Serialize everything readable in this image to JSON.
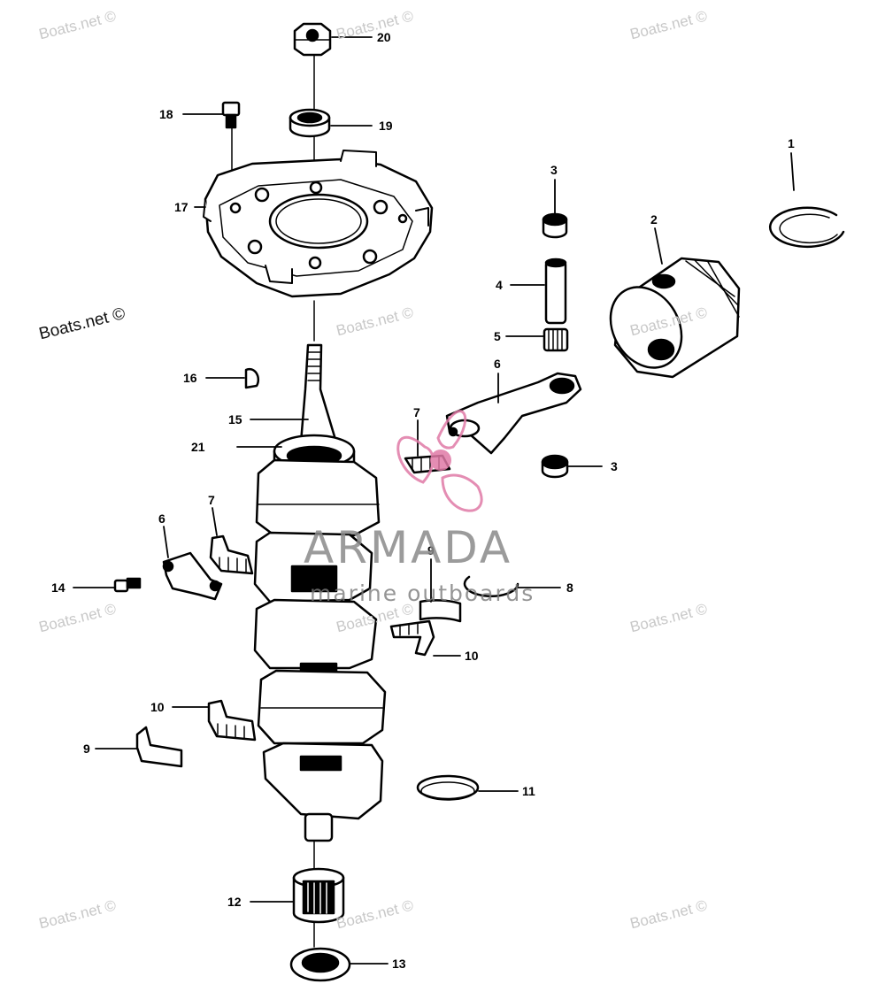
{
  "watermark": {
    "text": "Boats.net ©",
    "brand_name": "ARMADA",
    "brand_tagline": "marine outboards",
    "brand_color": "#e07aa6"
  },
  "callouts": {
    "c1": "1",
    "c2": "2",
    "c3a": "3",
    "c3b": "3",
    "c4": "4",
    "c5": "5",
    "c6a": "6",
    "c6b": "6",
    "c7a": "7",
    "c7b": "7",
    "c8": "8",
    "c9a": "9",
    "c9b": "9",
    "c10a": "10",
    "c10b": "10",
    "c11": "11",
    "c12": "12",
    "c13": "13",
    "c14": "14",
    "c15": "15",
    "c16": "16",
    "c17": "17",
    "c18": "18",
    "c19": "19",
    "c20": "20",
    "c21": "21"
  },
  "colors": {
    "line": "#000000",
    "paper": "#ffffff",
    "watermark": "#c8c8c8"
  }
}
